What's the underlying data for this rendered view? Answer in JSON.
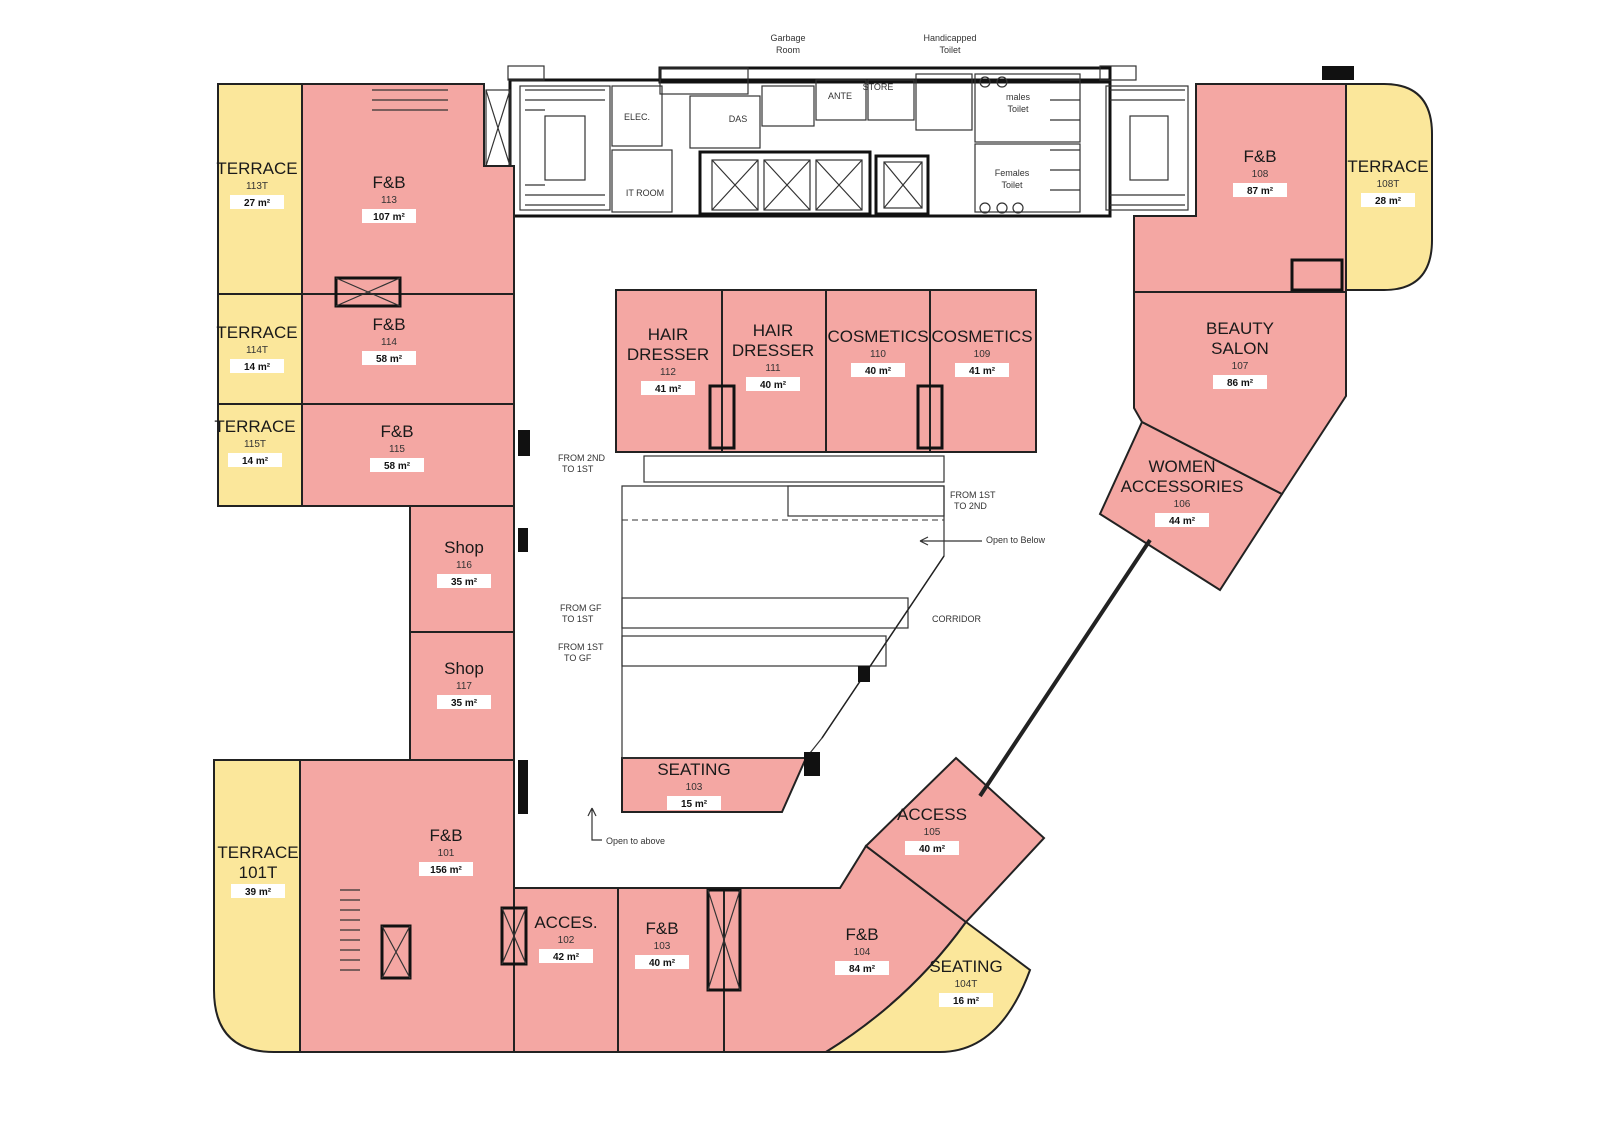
{
  "colors": {
    "retail": "#f4a7a3",
    "terrace": "#fbe79b",
    "core": "#ffffff",
    "line": "#222222"
  },
  "units": [
    {
      "id": "t113",
      "name": "TERRACE",
      "num": "113T",
      "area": "27 m²",
      "fill": "terrace"
    },
    {
      "id": "t114",
      "name": "TERRACE",
      "num": "114T",
      "area": "14 m²",
      "fill": "terrace"
    },
    {
      "id": "t115",
      "name": "TERRACE",
      "num": "115T",
      "area": "14 m²",
      "fill": "terrace"
    },
    {
      "id": "u113",
      "name": "F&B",
      "num": "113",
      "area": "107 m²",
      "fill": "retail"
    },
    {
      "id": "u114",
      "name": "F&B",
      "num": "114",
      "area": "58 m²",
      "fill": "retail"
    },
    {
      "id": "u115",
      "name": "F&B",
      "num": "115",
      "area": "58 m²",
      "fill": "retail"
    },
    {
      "id": "u116",
      "name": "Shop",
      "num": "116",
      "area": "35 m²",
      "fill": "retail"
    },
    {
      "id": "u117",
      "name": "Shop",
      "num": "117",
      "area": "35 m²",
      "fill": "retail"
    },
    {
      "id": "t101",
      "name": "TERRACE",
      "name2": "101T",
      "num": "",
      "area": "39 m²",
      "fill": "terrace"
    },
    {
      "id": "u101",
      "name": "F&B",
      "num": "101",
      "area": "156 m²",
      "fill": "retail"
    },
    {
      "id": "u102",
      "name": "ACCES.",
      "num": "102",
      "area": "42 m²",
      "fill": "retail"
    },
    {
      "id": "u103",
      "name": "F&B",
      "num": "103",
      "area": "40 m²",
      "fill": "retail"
    },
    {
      "id": "u104",
      "name": "F&B",
      "num": "104",
      "area": "84 m²",
      "fill": "retail"
    },
    {
      "id": "t104",
      "name": "SEATING",
      "num": "104T",
      "area": "16 m²",
      "fill": "terrace"
    },
    {
      "id": "u105",
      "name": "ACCESS",
      "num": "105",
      "area": "40 m²",
      "fill": "retail"
    },
    {
      "id": "u106",
      "name": "WOMEN",
      "name2": "ACCESSORIES",
      "num": "106",
      "area": "44 m²",
      "fill": "retail"
    },
    {
      "id": "u107",
      "name": "BEAUTY",
      "name2": "SALON",
      "num": "107",
      "area": "86 m²",
      "fill": "retail"
    },
    {
      "id": "u108",
      "name": "F&B",
      "num": "108",
      "area": "87 m²",
      "fill": "retail"
    },
    {
      "id": "t108",
      "name": "TERRACE",
      "num": "108T",
      "area": "28 m²",
      "fill": "terrace"
    },
    {
      "id": "u112",
      "name": "HAIR",
      "name2": "DRESSER",
      "num": "112",
      "area": "41 m²",
      "fill": "retail"
    },
    {
      "id": "u111",
      "name": "HAIR",
      "name2": "DRESSER",
      "num": "111",
      "area": "40 m²",
      "fill": "retail"
    },
    {
      "id": "u110",
      "name": "COSMETICS",
      "num": "110",
      "area": "40 m²",
      "fill": "retail"
    },
    {
      "id": "u109",
      "name": "COSMETICS",
      "num": "109",
      "area": "41 m²",
      "fill": "retail"
    },
    {
      "id": "s103",
      "name": "SEATING",
      "num": "103",
      "area": "15 m²",
      "fill": "retail"
    }
  ],
  "core_labels": {
    "garbage": [
      "Garbage",
      "Room"
    ],
    "handicapped": [
      "Handicapped",
      "Toilet"
    ],
    "elec": "ELEC.",
    "das": "DAS",
    "it_room": "IT ROOM",
    "anteroom": "ANTE",
    "store": "STORE",
    "males": [
      "males",
      "Toilet"
    ],
    "females": [
      "Females",
      "Toilet"
    ]
  },
  "annotations": {
    "from_2nd": [
      "FROM 2ND",
      "TO 1ST"
    ],
    "from_1st_2nd": [
      "FROM 1ST",
      "TO 2ND"
    ],
    "open_below": "Open to Below",
    "from_gf": [
      "FROM GF",
      "TO 1ST"
    ],
    "from_1st_gf": [
      "FROM 1ST",
      "TO GF"
    ],
    "corridor": "CORRIDOR",
    "open_above": "Open to above"
  }
}
